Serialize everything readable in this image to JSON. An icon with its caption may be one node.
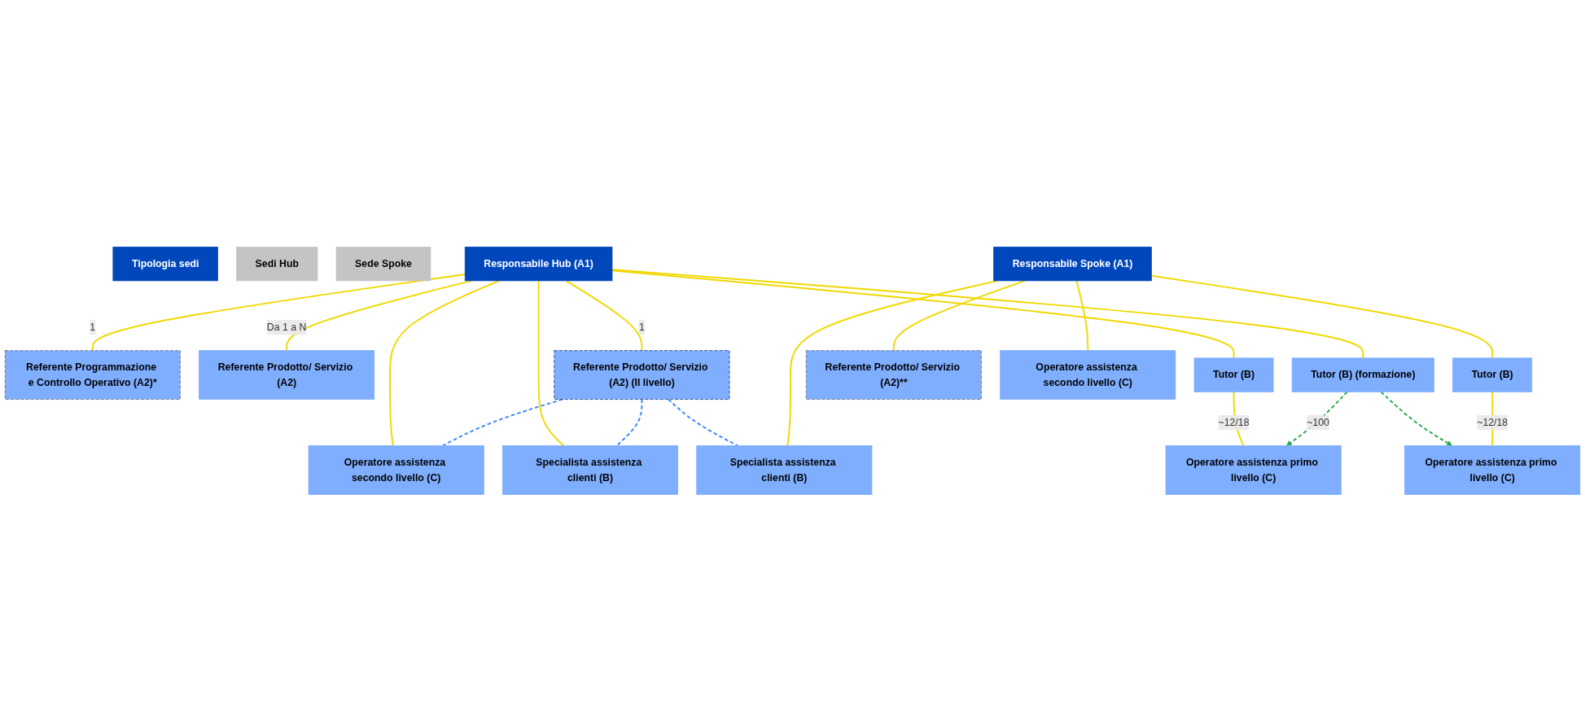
{
  "diagram": {
    "nodes": [
      {
        "text": [
          "Tipologia sedi"
        ]
      },
      {
        "text": [
          "Sedi Hub"
        ]
      },
      {
        "text": [
          "Sede Spoke"
        ]
      },
      {
        "text": [
          "Responsabile Hub (A1)"
        ]
      },
      {
        "text": [
          "Referente Programmazione e Controllo Operativo (A2)*"
        ]
      },
      {
        "text": [
          "Referente Prodotto/ Servizio (A2)"
        ]
      },
      {
        "text": [
          "Referente Prodotto/ Servizio (A2) (II livello)"
        ]
      },
      {
        "text": [
          "Tutor (B)"
        ]
      },
      {
        "text": [
          "Tutor (B) (formazione)"
        ]
      },
      {
        "text": [
          "Operatore assistenza primo livello (C)"
        ]
      },
      {
        "text": [
          "Operatore assistenza secondo livello (C)"
        ]
      },
      {
        "text": [
          "Specialista assistenza clienti (B)"
        ]
      },
      {
        "text": [
          "Responsabile Spoke (A1)"
        ]
      },
      {
        "text": [
          "Tutor (B)"
        ]
      },
      {
        "text": [
          "Referente Prodotto/ Servizio (A2)**"
        ]
      },
      {
        "text": [
          "Operatore assistenza primo livello (C)"
        ]
      },
      {
        "text": [
          "Operatore assistenza secondo livello (C)"
        ]
      },
      {
        "text": [
          "Specialista assistenza clienti (B)"
        ]
      }
    ],
    "edges": [
      {
        "from": 3,
        "to": 4,
        "arrow": "none",
        "label": "1"
      },
      {
        "from": 3,
        "to": 5,
        "arrow": "none",
        "label": "Da 1 a N"
      },
      {
        "from": 3,
        "to": 6,
        "arrow": "none",
        "label": "1"
      },
      {
        "from": 3,
        "to": 7,
        "arrow": "none"
      },
      {
        "from": 3,
        "to": 8,
        "arrow": "none"
      },
      {
        "from": 3,
        "to": 10,
        "arrow": "none"
      },
      {
        "from": 3,
        "to": 11,
        "arrow": "none"
      },
      {
        "from": 7,
        "to": 9,
        "arrow": "none",
        "label": "~12/18"
      },
      {
        "from": 8,
        "to": 9,
        "arrow": "to",
        "label": "~100",
        "style": "dashed",
        "color": "#22aa44"
      },
      {
        "from": 8,
        "to": 15,
        "arrow": "to",
        "style": "dashed",
        "color": "#22aa44"
      },
      {
        "from": 6,
        "to": 10,
        "arrow": "none",
        "style": "dashed",
        "color": "#3a86ff"
      },
      {
        "from": 6,
        "to": 11,
        "arrow": "none",
        "style": "dashed",
        "color": "#3a86ff"
      },
      {
        "from": 6,
        "to": 17,
        "arrow": "none",
        "style": "dashed",
        "color": "#3a86ff"
      },
      {
        "from": 12,
        "to": 13,
        "arrow": "none"
      },
      {
        "from": 12,
        "to": 14,
        "arrow": "none"
      },
      {
        "from": 12,
        "to": 16,
        "arrow": "none"
      },
      {
        "from": 12,
        "to": 17,
        "arrow": "none"
      },
      {
        "from": 13,
        "to": 15,
        "arrow": "none",
        "label": "~12/18"
      }
    ]
  }
}
